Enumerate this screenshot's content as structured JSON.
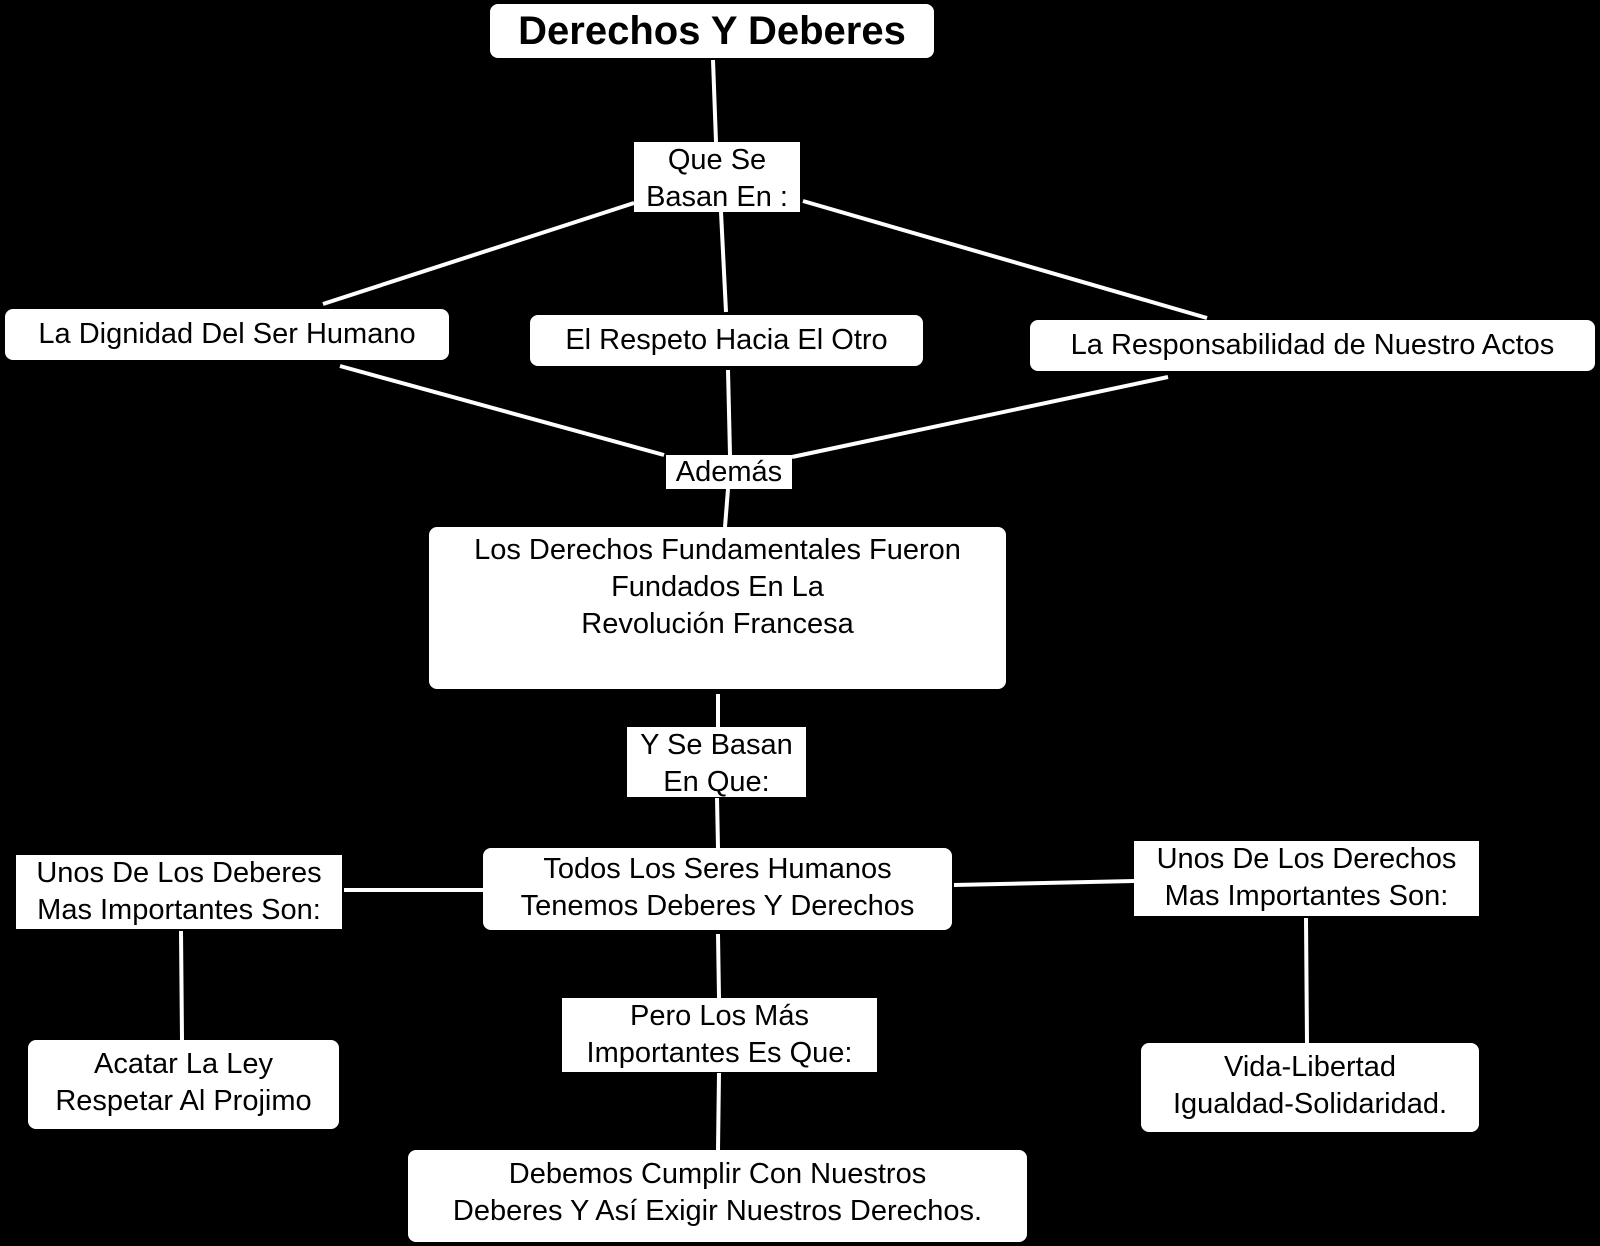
{
  "title": "Derechos Y Deberes",
  "links": {
    "que_se_basan": [
      "Que Se",
      "Basan En :"
    ],
    "ademas": [
      "Además"
    ],
    "y_se_basan": [
      "Y Se Basan",
      "En Que:"
    ],
    "unos_deberes": [
      "Unos De Los Deberes",
      "Mas Importantes Son:"
    ],
    "unos_derechos": [
      "Unos De Los Derechos",
      "Mas Importantes Son:"
    ],
    "pero_los_mas": [
      "Pero Los Más",
      "Importantes Es Que:"
    ]
  },
  "concepts": {
    "dignidad": [
      "La Dignidad Del Ser Humano"
    ],
    "respeto": [
      "El Respeto Hacia El Otro"
    ],
    "responsabilidad": [
      "La Responsabilidad de Nuestro Actos"
    ],
    "revolucion": [
      "Los Derechos Fundamentales Fueron",
      "Fundados En La",
      "Revolución Francesa"
    ],
    "todos": [
      "Todos Los Seres Humanos",
      "Tenemos Deberes Y Derechos"
    ],
    "acatar": [
      "Acatar La Ley",
      "Respetar Al Projimo"
    ],
    "vida": [
      "Vida-Libertad",
      "Igualdad-Solidaridad."
    ],
    "debemos": [
      "Debemos Cumplir Con Nuestros",
      "Deberes Y Así Exigir Nuestros Derechos."
    ]
  },
  "colors": {
    "background": "#000000",
    "node": "#ffffff",
    "line": "#ffffff",
    "text": "#000000"
  }
}
